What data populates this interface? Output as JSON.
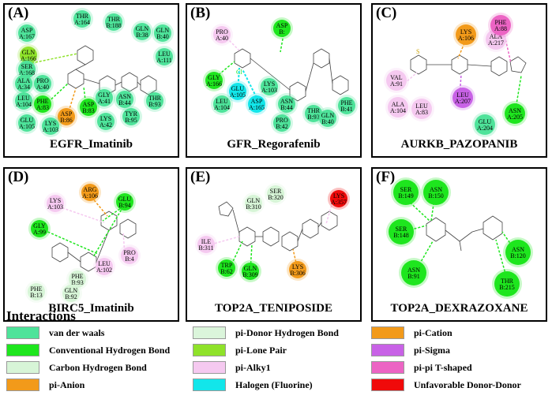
{
  "panels": [
    {
      "letter": "(A)",
      "title": "EGFR_Imatinib"
    },
    {
      "letter": "(B)",
      "title": "GFR_Regorafenib"
    },
    {
      "letter": "(C)",
      "title": "AURKB_PAZOPANIB"
    },
    {
      "letter": "(D)",
      "title": "BIRC5_Imatinib"
    },
    {
      "letter": "(E)",
      "title": "TOP2A_TENIPOSIDE"
    },
    {
      "letter": "(F)",
      "title": "TOP2A_DEXRAZOXANE"
    }
  ],
  "residues": {
    "a": [
      {
        "l1": "THR",
        "l2": "A:164",
        "type": "vdw"
      },
      {
        "l1": "THR",
        "l2": "B:188",
        "type": "vdw"
      },
      {
        "l1": "ASP",
        "l2": "A:167",
        "type": "vdw"
      },
      {
        "l1": "GLN",
        "l2": "B:38",
        "type": "vdw"
      },
      {
        "l1": "GLN",
        "l2": "B:40",
        "type": "vdw"
      },
      {
        "l1": "GLN",
        "l2": "A:166",
        "type": "lonepair"
      },
      {
        "l1": "SER",
        "l2": "A:168",
        "type": "vdw"
      },
      {
        "l1": "LEU",
        "l2": "A:111",
        "type": "vdw"
      },
      {
        "l1": "ALA",
        "l2": "A:34",
        "type": "vdw"
      },
      {
        "l1": "PRO",
        "l2": "A:40",
        "type": "vdw"
      },
      {
        "l1": "LEU",
        "l2": "A:104",
        "type": "vdw"
      },
      {
        "l1": "PHE",
        "l2": "A:83",
        "type": "hbond"
      },
      {
        "l1": "ASP",
        "l2": "B:83",
        "type": "hbond"
      },
      {
        "l1": "GLY",
        "l2": "A:41",
        "type": "vdw"
      },
      {
        "l1": "ASN",
        "l2": "B:44",
        "type": "vdw"
      },
      {
        "l1": "THR",
        "l2": "B:93",
        "type": "vdw"
      },
      {
        "l1": "ASP",
        "l2": "B:86",
        "type": "anion"
      },
      {
        "l1": "TYR",
        "l2": "B:95",
        "type": "vdw"
      },
      {
        "l1": "GLU",
        "l2": "A:105",
        "type": "vdw"
      },
      {
        "l1": "LYS",
        "l2": "A:103",
        "type": "vdw"
      },
      {
        "l1": "LYS",
        "l2": "A:42",
        "type": "vdw"
      }
    ],
    "b": [
      {
        "l1": "PRO",
        "l2": "A:40",
        "type": "alkyl"
      },
      {
        "l1": "ASP",
        "l2": "B:",
        "type": "hbond"
      },
      {
        "l1": "GLY",
        "l2": "A:166",
        "type": "hbond"
      },
      {
        "l1": "LYS",
        "l2": "A:103",
        "type": "vdw"
      },
      {
        "l1": "GLU",
        "l2": "A:105",
        "type": "halogen"
      },
      {
        "l1": "LEU",
        "l2": "A:104",
        "type": "vdw"
      },
      {
        "l1": "ASP",
        "l2": "A:165",
        "type": "halogen"
      },
      {
        "l1": "ASN",
        "l2": "B:44",
        "type": "vdw"
      },
      {
        "l1": "THR",
        "l2": "B:93",
        "type": "vdw"
      },
      {
        "l1": "PRO",
        "l2": "B:42",
        "type": "vdw"
      },
      {
        "l1": "GLN",
        "l2": "B:40",
        "type": "vdw"
      },
      {
        "l1": "PHE",
        "l2": "B:41",
        "type": "vdw"
      }
    ],
    "c": [
      {
        "l1": "LYS",
        "l2": "A:106",
        "type": "cation"
      },
      {
        "l1": "ALA",
        "l2": "A:217",
        "type": "alkyl"
      },
      {
        "l1": "PHE",
        "l2": "A:88",
        "type": "tshaped"
      },
      {
        "l1": "VAL",
        "l2": "A:91",
        "type": "alkyl"
      },
      {
        "l1": "ALA",
        "l2": "A:104",
        "type": "alkyl"
      },
      {
        "l1": "LEU",
        "l2": "A:207",
        "type": "sigma"
      },
      {
        "l1": "LEU",
        "l2": "A:83",
        "type": "alkyl"
      },
      {
        "l1": "GLU",
        "l2": "A:204",
        "type": "vdw"
      },
      {
        "l1": "ASN",
        "l2": "A:205",
        "type": "hbond"
      }
    ],
    "d": [
      {
        "l1": "ARG",
        "l2": "A:106",
        "type": "cation"
      },
      {
        "l1": "LYS",
        "l2": "A:103",
        "type": "alkyl"
      },
      {
        "l1": "GLU",
        "l2": "B:94",
        "type": "hbond"
      },
      {
        "l1": "GLY",
        "l2": "A:99",
        "type": "hbond"
      },
      {
        "l1": "PRO",
        "l2": "B:4",
        "type": "alkyl"
      },
      {
        "l1": "LEU",
        "l2": "A:102",
        "type": "alkyl"
      },
      {
        "l1": "PHE",
        "l2": "B:93",
        "type": "carbon"
      },
      {
        "l1": "PHE",
        "l2": "B:13",
        "type": "carbon"
      },
      {
        "l1": "GLN",
        "l2": "B:92",
        "type": "carbon"
      }
    ],
    "e": [
      {
        "l1": "SER",
        "l2": "B:320",
        "type": "carbon"
      },
      {
        "l1": "GLN",
        "l2": "B:310",
        "type": "carbon"
      },
      {
        "l1": "LYS",
        "l2": "A:357",
        "type": "unfav"
      },
      {
        "l1": "ILE",
        "l2": "B:311",
        "type": "alkyl"
      },
      {
        "l1": "TRP",
        "l2": "B:62",
        "type": "hbond"
      },
      {
        "l1": "GLN",
        "l2": "B:309",
        "type": "hbond"
      },
      {
        "l1": "LYS",
        "l2": "B:306",
        "type": "cation"
      }
    ],
    "f": [
      {
        "l1": "SER",
        "l2": "B:149",
        "type": "hbond"
      },
      {
        "l1": "ASN",
        "l2": "B:150",
        "type": "hbond"
      },
      {
        "l1": "SER",
        "l2": "B:148",
        "type": "hbond"
      },
      {
        "l1": "ASN",
        "l2": "B:120",
        "type": "hbond"
      },
      {
        "l1": "ASN",
        "l2": "B:91",
        "type": "hbond"
      },
      {
        "l1": "THR",
        "l2": "B:215",
        "type": "hbond"
      }
    ]
  },
  "legend": {
    "title": "Interactions",
    "items": [
      {
        "key": "vdw",
        "label": "van der waals",
        "color": "#4ee39a"
      },
      {
        "key": "hbond",
        "label": "Conventional Hydrogen Bond",
        "color": "#1ee61e"
      },
      {
        "key": "carbon",
        "label": "Carbon Hydrogen Bond",
        "color": "#d7f5d7"
      },
      {
        "key": "anion",
        "label": "pi-Anion",
        "color": "#f29a1a"
      },
      {
        "key": "pidonor",
        "label": "pi-Donor Hydrogen Bond",
        "color": "#dbf5db"
      },
      {
        "key": "lonepair",
        "label": "pi-Lone Pair",
        "color": "#8fe22a"
      },
      {
        "key": "alkyl",
        "label": "pi-Alky1",
        "color": "#f5c9f0"
      },
      {
        "key": "halogen",
        "label": "Halogen (Fluorine)",
        "color": "#12e6ea"
      },
      {
        "key": "cation",
        "label": "pi-Cation",
        "color": "#f29a1a"
      },
      {
        "key": "sigma",
        "label": "pi-Sigma",
        "color": "#c862e6"
      },
      {
        "key": "tshaped",
        "label": "pi-pi T-shaped",
        "color": "#ec64c4"
      },
      {
        "key": "unfav",
        "label": "Unfavorable Donor-Donor",
        "color": "#f00a0a"
      }
    ]
  },
  "molecule_labels": {
    "b_cl": "Cl",
    "c_sulfonamide": "S"
  }
}
